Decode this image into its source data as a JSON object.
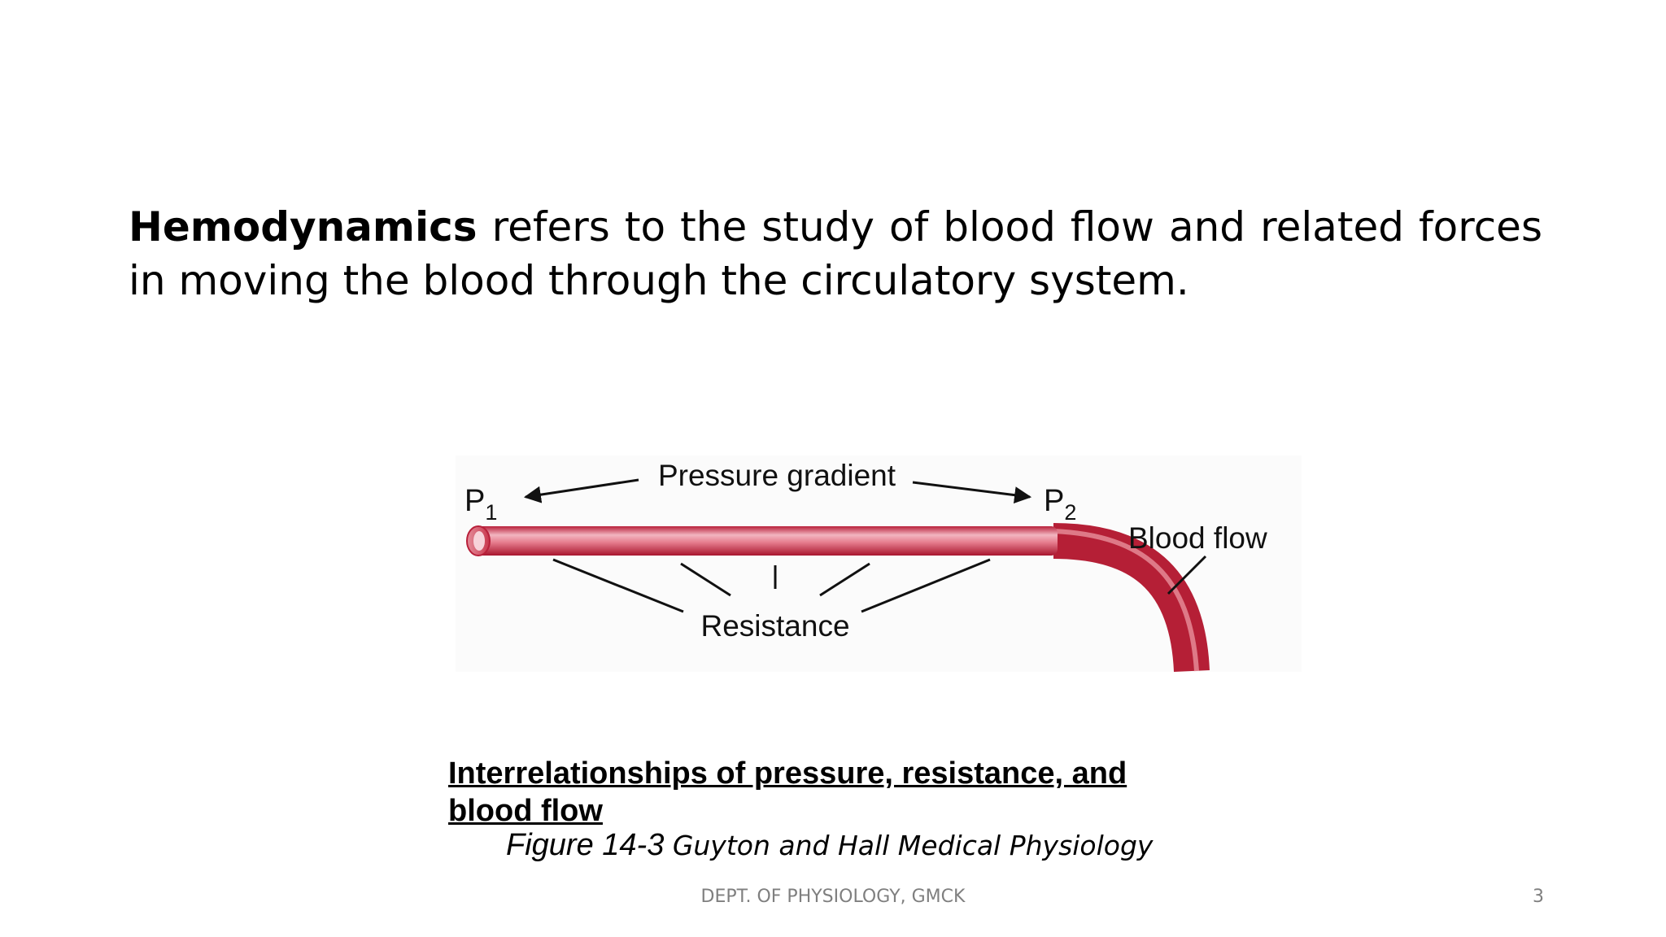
{
  "intro": {
    "term": "Hemodynamics",
    "rest": " refers to the study of blood flow and related forces in moving the blood through the circulatory system."
  },
  "diagram": {
    "pressure_gradient_label": "Pressure gradient",
    "p1_label": "P",
    "p1_sub": "1",
    "p2_label": "P",
    "p2_sub": "2",
    "blood_flow_label": "Blood flow",
    "resistance_label": "Resistance",
    "vessel_color": "#c8283c"
  },
  "caption": {
    "title": "Interrelationships of pressure, resistance, and blood flow",
    "figure_ref": "Figure 14-3",
    "source": " Guyton and Hall Medical Physiology"
  },
  "footer": {
    "department": "DEPT. OF PHYSIOLOGY, GMCK",
    "page_number": "3"
  }
}
